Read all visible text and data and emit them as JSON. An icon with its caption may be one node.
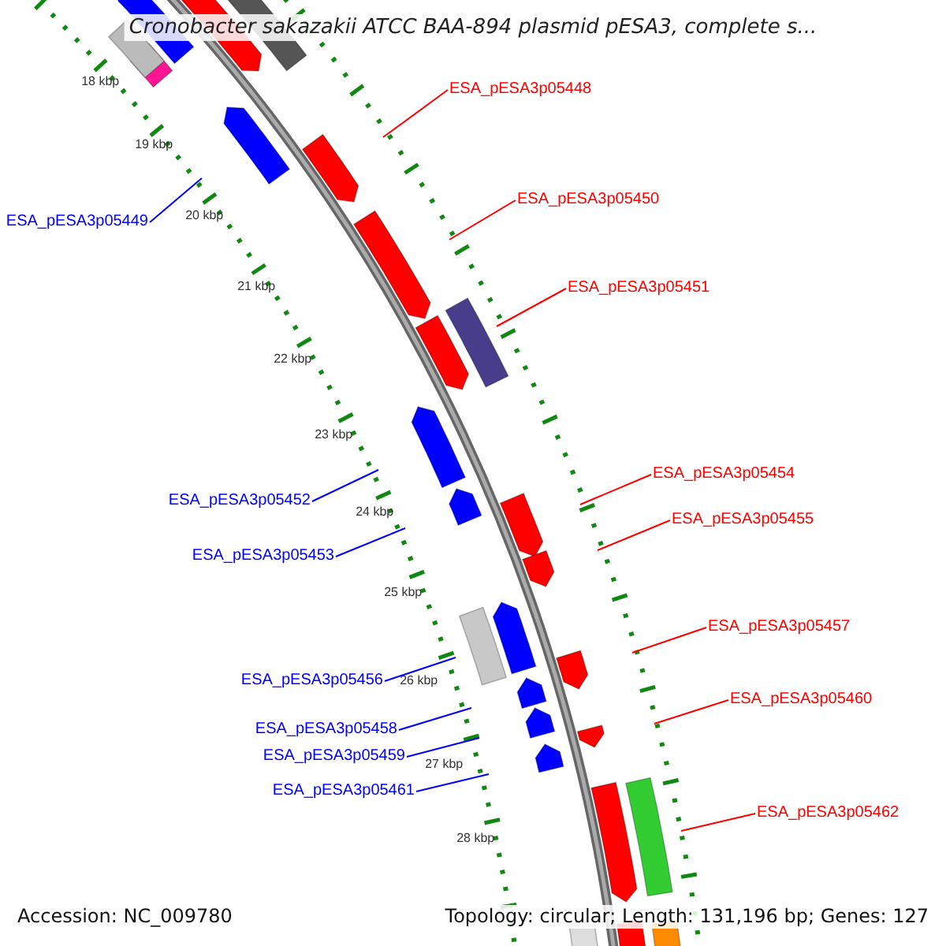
{
  "diagram": {
    "title": "Cronobacter sakazakii ATCC BAA-894 plasmid pESA3, complete s...",
    "nodes": [
      {
        "text": [
          "ESA_pESA3p05448"
        ]
      },
      {
        "text": [
          "ESA_pESA3p05450"
        ]
      },
      {
        "text": [
          "ESA_pESA3p05449"
        ]
      },
      {
        "text": [
          "ESA_pESA3p05451"
        ]
      },
      {
        "text": [
          "ESA_pESA3p05454"
        ]
      },
      {
        "text": [
          "ESA_pESA3p05452"
        ]
      },
      {
        "text": [
          "ESA_pESA3p05455"
        ]
      },
      {
        "text": [
          "ESA_pESA3p05453"
        ]
      },
      {
        "text": [
          "ESA_pESA3p05457"
        ]
      },
      {
        "text": [
          "ESA_pESA3p05456"
        ]
      },
      {
        "text": [
          "ESA_pESA3p05460"
        ]
      },
      {
        "text": [
          "ESA_pESA3p05458"
        ]
      },
      {
        "text": [
          "ESA_pESA3p05459"
        ]
      },
      {
        "text": [
          "ESA_pESA3p05461"
        ]
      },
      {
        "text": [
          "ESA_pESA3p05462"
        ]
      }
    ],
    "edges": [
      {
        "from": 0,
        "to": null,
        "arrow": "none"
      },
      {
        "from": 1,
        "to": null,
        "arrow": "none"
      },
      {
        "from": 2,
        "to": null,
        "arrow": "none",
        "color": "#0000ff"
      },
      {
        "from": 3,
        "to": null,
        "arrow": "none"
      },
      {
        "from": 4,
        "to": null,
        "arrow": "none"
      },
      {
        "from": 5,
        "to": null,
        "arrow": "none",
        "color": "#0000ff"
      },
      {
        "from": 6,
        "to": null,
        "arrow": "none"
      },
      {
        "from": 7,
        "to": null,
        "arrow": "none",
        "color": "#0000ff"
      },
      {
        "from": 8,
        "to": null,
        "arrow": "none"
      },
      {
        "from": 9,
        "to": null,
        "arrow": "none",
        "color": "#0000ff"
      },
      {
        "from": 10,
        "to": null,
        "arrow": "none"
      },
      {
        "from": 11,
        "to": null,
        "arrow": "none",
        "color": "#0000ff"
      },
      {
        "from": 12,
        "to": null,
        "arrow": "none",
        "color": "#0000ff"
      },
      {
        "from": 13,
        "to": null,
        "arrow": "none",
        "color": "#0000ff"
      },
      {
        "from": 14,
        "to": null,
        "arrow": "none"
      }
    ],
    "labels": [
      "18 kbp",
      "19 kbp",
      "20 kbp",
      "21 kbp",
      "22 kbp",
      "23 kbp",
      "24 kbp",
      "25 kbp",
      "26 kbp",
      "27 kbp",
      "28 kbp",
      "Accession: NC_009780",
      "Topology: circular; Length: 131,196 bp; Genes: 127"
    ]
  }
}
